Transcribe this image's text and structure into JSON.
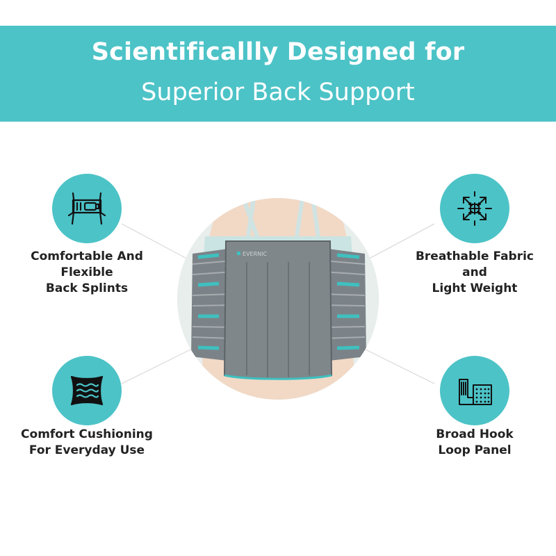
{
  "banner": {
    "line1": "Scientificallly Designed for",
    "line2": "Superior Back Support"
  },
  "features": [
    {
      "lines": [
        "Comfortable And",
        "Flexible",
        "Back Splints"
      ],
      "icon": "back-splints-icon"
    },
    {
      "lines": [
        "Breathable Fabric",
        "and",
        "Light Weight"
      ],
      "icon": "breathable-fabric-icon"
    },
    {
      "lines": [
        "Comfort Cushioning",
        "For Everyday Use"
      ],
      "icon": "cushion-icon"
    },
    {
      "lines": [
        "Broad Hook",
        "Loop Panel"
      ],
      "icon": "hook-loop-icon"
    }
  ],
  "product": {
    "brand_text": "EVERNIC"
  },
  "colors": {
    "accent": "#4cc3c7",
    "text": "#222222",
    "belt_gray": "#7c8388",
    "belt_teal_trim": "#3fc0c0"
  }
}
